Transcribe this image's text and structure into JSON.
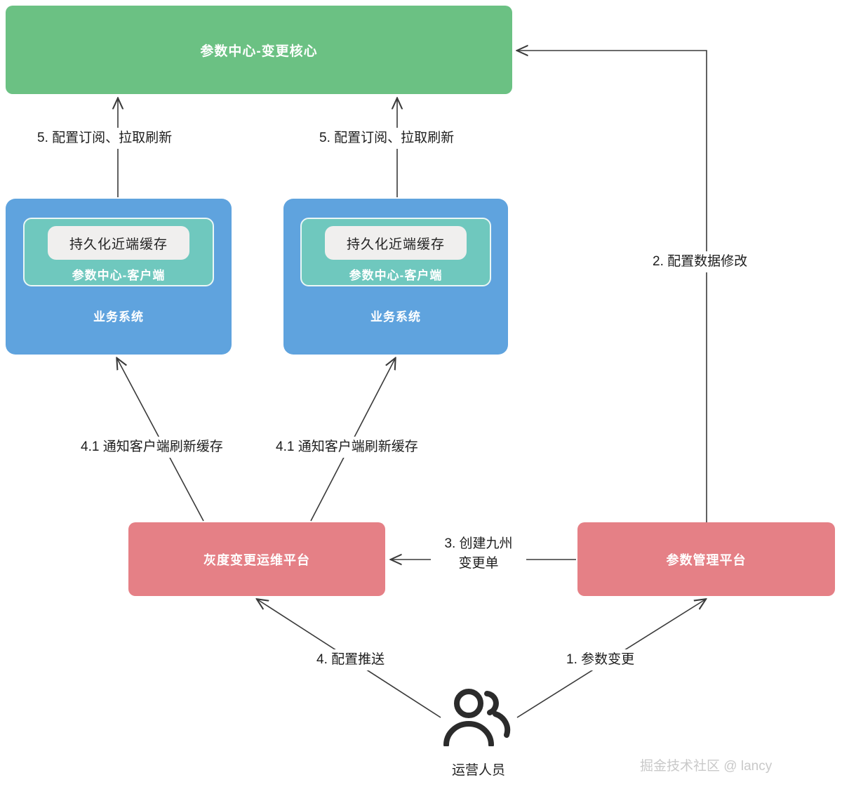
{
  "diagram": {
    "title_watermark": "掘金技术社区 @ lancy",
    "nodes": {
      "core": {
        "label": "参数中心-变更核心",
        "color": "#6BC183"
      },
      "business_system_1": {
        "label": "业务系统",
        "color": "#5FA3DE",
        "client": {
          "label": "参数中心-客户端",
          "color": "#6FC8BE"
        },
        "cache": {
          "label": "持久化近端缓存",
          "color": "#F0EFEE"
        }
      },
      "business_system_2": {
        "label": "业务系统",
        "color": "#5FA3DE",
        "client": {
          "label": "参数中心-客户端",
          "color": "#6FC8BE"
        },
        "cache": {
          "label": "持久化近端缓存",
          "color": "#F0EFEE"
        }
      },
      "gray_release_platform": {
        "label": "灰度变更运维平台",
        "color": "#E58086"
      },
      "param_management_platform": {
        "label": "参数管理平台",
        "color": "#E58086"
      },
      "actor": {
        "label": "运营人员",
        "icon": "users-icon"
      }
    },
    "edges": [
      {
        "id": "edge-1",
        "label": "1. 参数变更",
        "from": "运营人员",
        "to": "参数管理平台"
      },
      {
        "id": "edge-2",
        "label": "2. 配置数据修改",
        "from": "参数管理平台",
        "to": "参数中心-变更核心"
      },
      {
        "id": "edge-3",
        "label_line1": "3. 创建九州",
        "label_line2": "变更单",
        "from": "参数管理平台",
        "to": "灰度变更运维平台"
      },
      {
        "id": "edge-4",
        "label": "4. 配置推送",
        "from": "运营人员",
        "to": "灰度变更运维平台"
      },
      {
        "id": "edge-41a",
        "label": "4.1 通知客户端刷新缓存",
        "from": "灰度变更运维平台",
        "to": "业务系统"
      },
      {
        "id": "edge-41b",
        "label": "4.1 通知客户端刷新缓存",
        "from": "灰度变更运维平台",
        "to": "业务系统"
      },
      {
        "id": "edge-5a",
        "label": "5. 配置订阅、拉取刷新",
        "from": "业务系统",
        "to": "参数中心-变更核心"
      },
      {
        "id": "edge-5b",
        "label": "5. 配置订阅、拉取刷新",
        "from": "业务系统",
        "to": "参数中心-变更核心"
      }
    ]
  }
}
